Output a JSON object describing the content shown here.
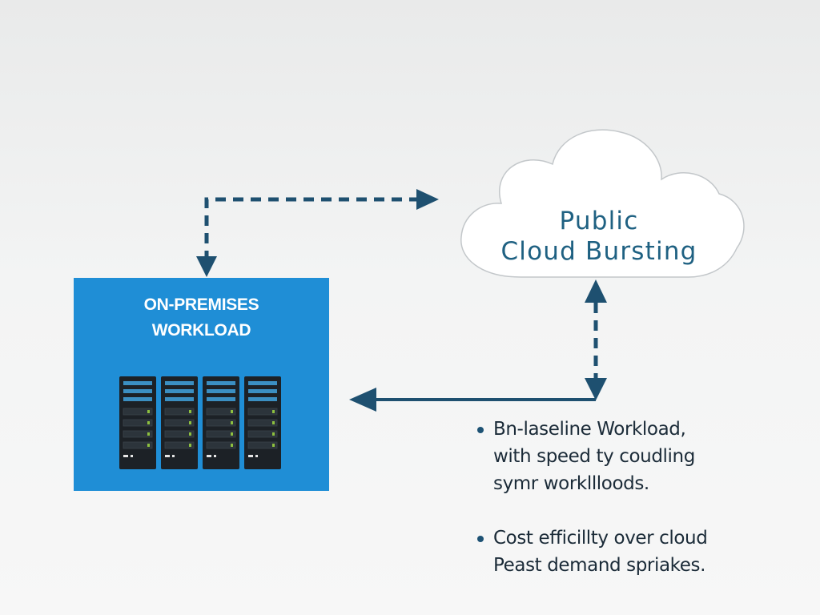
{
  "onprem": {
    "title_line1": "ON-PREMISES",
    "title_line2": "WORKLOAD",
    "rack_count": 4,
    "box_color": "#1f8ed6"
  },
  "cloud": {
    "label_line1": "Public",
    "label_line2": "Cloud Bursting",
    "label_color": "#1f6182"
  },
  "notes": [
    {
      "line1": "Bn-laseline Workload,",
      "line2": "with speed ty coudling",
      "line3": "symr workllloods."
    },
    {
      "line1": "Cost efficillty over cloud",
      "line2": "Peast demand spriakes."
    }
  ],
  "colors": {
    "arrow": "#1e5070",
    "rack_body": "#1c2126",
    "rack_slot_blue": "#3b8fc2",
    "rack_led": "#8ec13f"
  }
}
